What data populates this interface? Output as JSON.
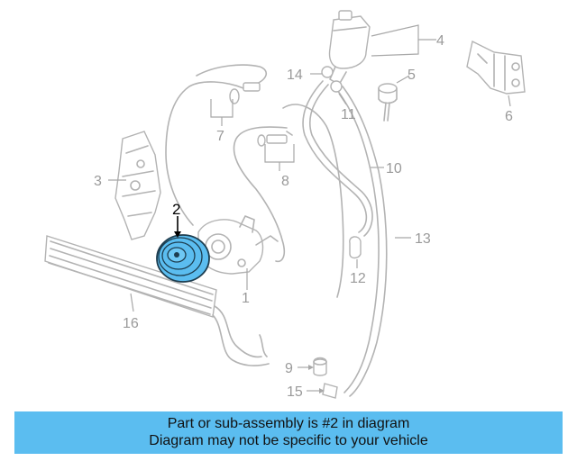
{
  "diagram": {
    "highlight_color": "#5bbdf0",
    "highlighted_part": "2",
    "callouts": [
      "1",
      "2",
      "3",
      "4",
      "5",
      "6",
      "7",
      "8",
      "9",
      "10",
      "11",
      "12",
      "13",
      "14",
      "15",
      "16"
    ]
  },
  "banner": {
    "line1": "Part or sub-assembly is #2 in diagram",
    "line2": "Diagram may not be specific to your vehicle",
    "color": "#5bbdf0"
  }
}
